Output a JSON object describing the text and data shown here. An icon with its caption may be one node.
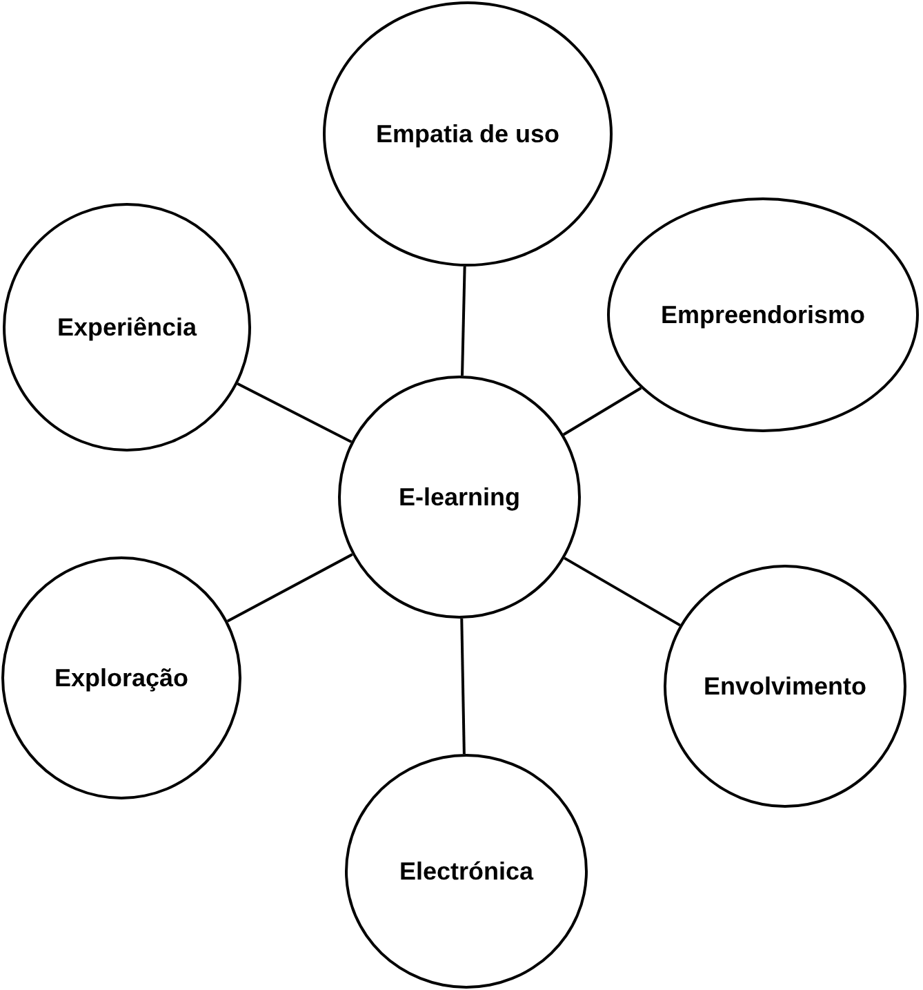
{
  "diagram": {
    "nodes": [
      {
        "text": [
          "Empatia de uso"
        ]
      },
      {
        "text": [
          "Experiência"
        ]
      },
      {
        "text": [
          "Empreendorismo"
        ]
      },
      {
        "text": [
          "E-learning"
        ]
      },
      {
        "text": [
          "Exploração"
        ]
      },
      {
        "text": [
          "Envolvimento"
        ]
      },
      {
        "text": [
          "Electrónica"
        ]
      }
    ],
    "edges": [
      {
        "from": 3,
        "to": 0,
        "arrow": "none"
      },
      {
        "from": 3,
        "to": 1,
        "arrow": "none"
      },
      {
        "from": 3,
        "to": 2,
        "arrow": "none"
      },
      {
        "from": 3,
        "to": 4,
        "arrow": "none"
      },
      {
        "from": 3,
        "to": 5,
        "arrow": "none"
      },
      {
        "from": 3,
        "to": 6,
        "arrow": "none"
      }
    ]
  }
}
